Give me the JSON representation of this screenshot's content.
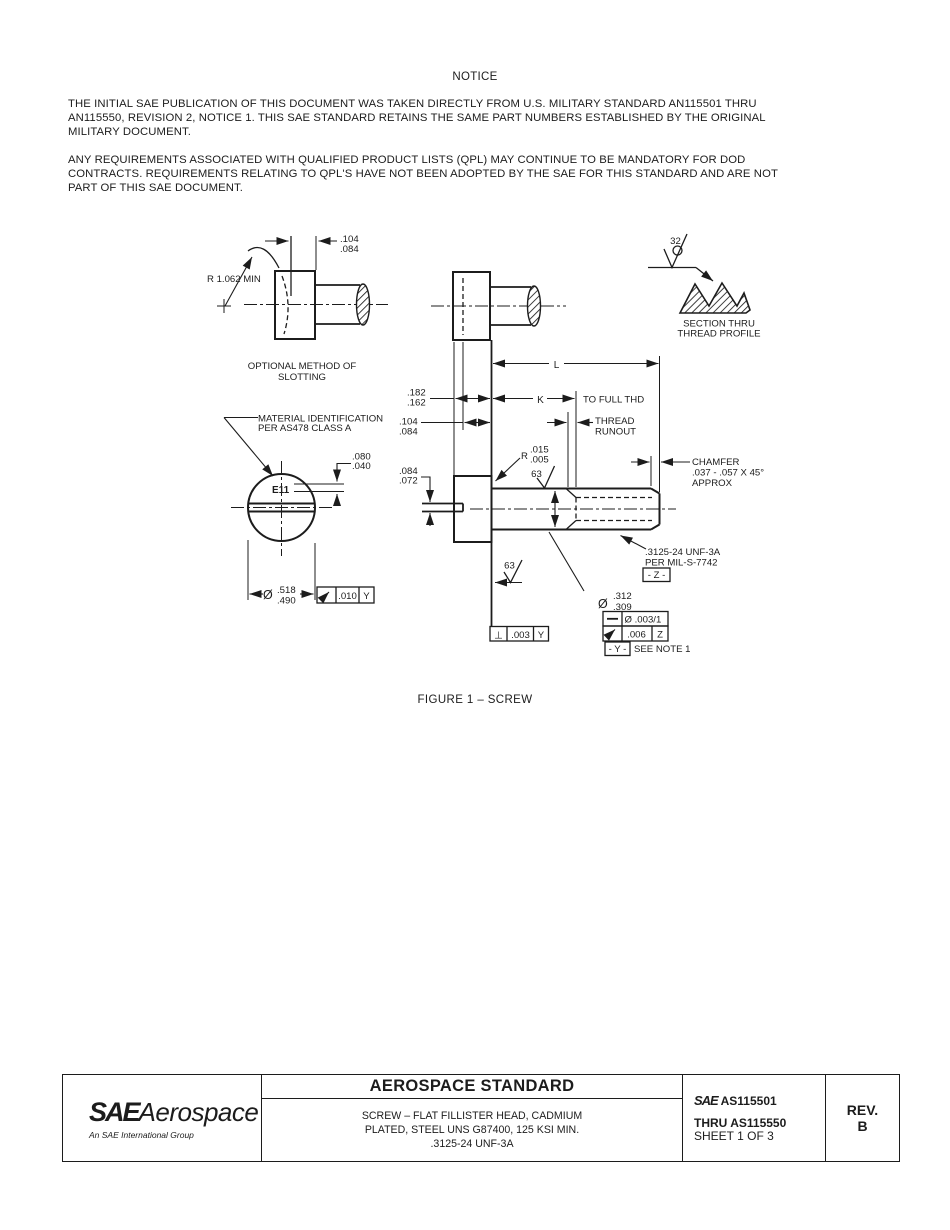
{
  "page": {
    "notice_title": "NOTICE",
    "para1_lines": [
      "THE INITIAL SAE PUBLICATION OF THIS DOCUMENT WAS TAKEN DIRECTLY FROM U.S. MILITARY STANDARD AN115501 THRU",
      "AN115550, REVISION 2, NOTICE 1. THIS SAE STANDARD RETAINS THE SAME PART NUMBERS ESTABLISHED BY THE ORIGINAL",
      "MILITARY DOCUMENT."
    ],
    "para2_lines": [
      "ANY REQUIREMENTS ASSOCIATED WITH QUALIFIED PRODUCT LISTS (QPL) MAY CONTINUE TO BE MANDATORY FOR DOD",
      "CONTRACTS.  REQUIREMENTS RELATING TO QPL'S HAVE NOT BEEN ADOPTED BY THE SAE FOR THIS STANDARD AND ARE NOT",
      "PART OF THIS SAE DOCUMENT."
    ],
    "figure_caption": "FIGURE 1 – SCREW"
  },
  "fig": {
    "opt_slot_dim_top": ".104",
    "opt_slot_dim_bot": ".084",
    "radius_note": "R 1.062 MIN",
    "opt_label_1": "OPTIONAL METHOD OF",
    "opt_label_2": "SLOTTING",
    "finish_32": "32",
    "section_label_1": "SECTION THRU",
    "section_label_2": "THREAD PROFILE",
    "material_id_1": "MATERIAL IDENTIFICATION",
    "material_id_2": "PER AS478 CLASS A",
    "marking": "E11",
    "marking_dim_top": ".080",
    "marking_dim_bot": ".040",
    "head_dia_sym": "Ø",
    "head_dia_top": ".518",
    "head_dia_bot": ".490",
    "face_runout_val": ".010",
    "face_runout_datum": "Y",
    "head_ht_top": ".182",
    "head_ht_bot": ".162",
    "slot_depth_top": ".104",
    "slot_depth_bot": ".084",
    "slot_w_top": ".084",
    "slot_w_bot": ".072",
    "dim_L": "L",
    "dim_K": "K",
    "to_full_thd": "TO FULL THD",
    "thread_runout_1": "THREAD",
    "thread_runout_2": "RUNOUT",
    "fillet_r": "R",
    "fillet_top": ".015",
    "fillet_bot": ".005",
    "finish_63_shank": "63",
    "finish_63_face": "63",
    "chamfer_1": "CHAMFER",
    "chamfer_2": ".037 - .057 X 45°",
    "chamfer_3": "APPROX",
    "thread_spec_1": ".3125-24 UNF-3A",
    "thread_spec_2": "PER MIL-S-7742",
    "datum_z": "- Z -",
    "datum_y": "- Y -",
    "shank_dia_sym": "Ø",
    "shank_dia_top": ".312",
    "shank_dia_bot": ".309",
    "straightness_val": "Ø .003/1",
    "runout_val": ".006",
    "runout_datum": "Z",
    "see_note": "SEE NOTE 1",
    "perp_sym": "⊥",
    "perp_val": ".003",
    "perp_datum": "Y"
  },
  "title_block": {
    "standard_type": "AEROSPACE STANDARD",
    "logo_sae": "SAE",
    "logo_aerospace": "Aerospace",
    "logo_tagline": "An SAE International Group",
    "desc_line_1": "SCREW – FLAT FILLISTER HEAD, CADMIUM",
    "desc_line_2": "PLATED, STEEL UNS G87400, 125 KSI MIN.",
    "desc_line_3": ".3125-24 UNF-3A",
    "doc_sae": "SAE",
    "doc_number": "AS115501",
    "doc_thru": "THRU AS115550",
    "doc_sheet": "SHEET 1 OF 3",
    "rev_label": "REV.",
    "rev_value": "B"
  }
}
